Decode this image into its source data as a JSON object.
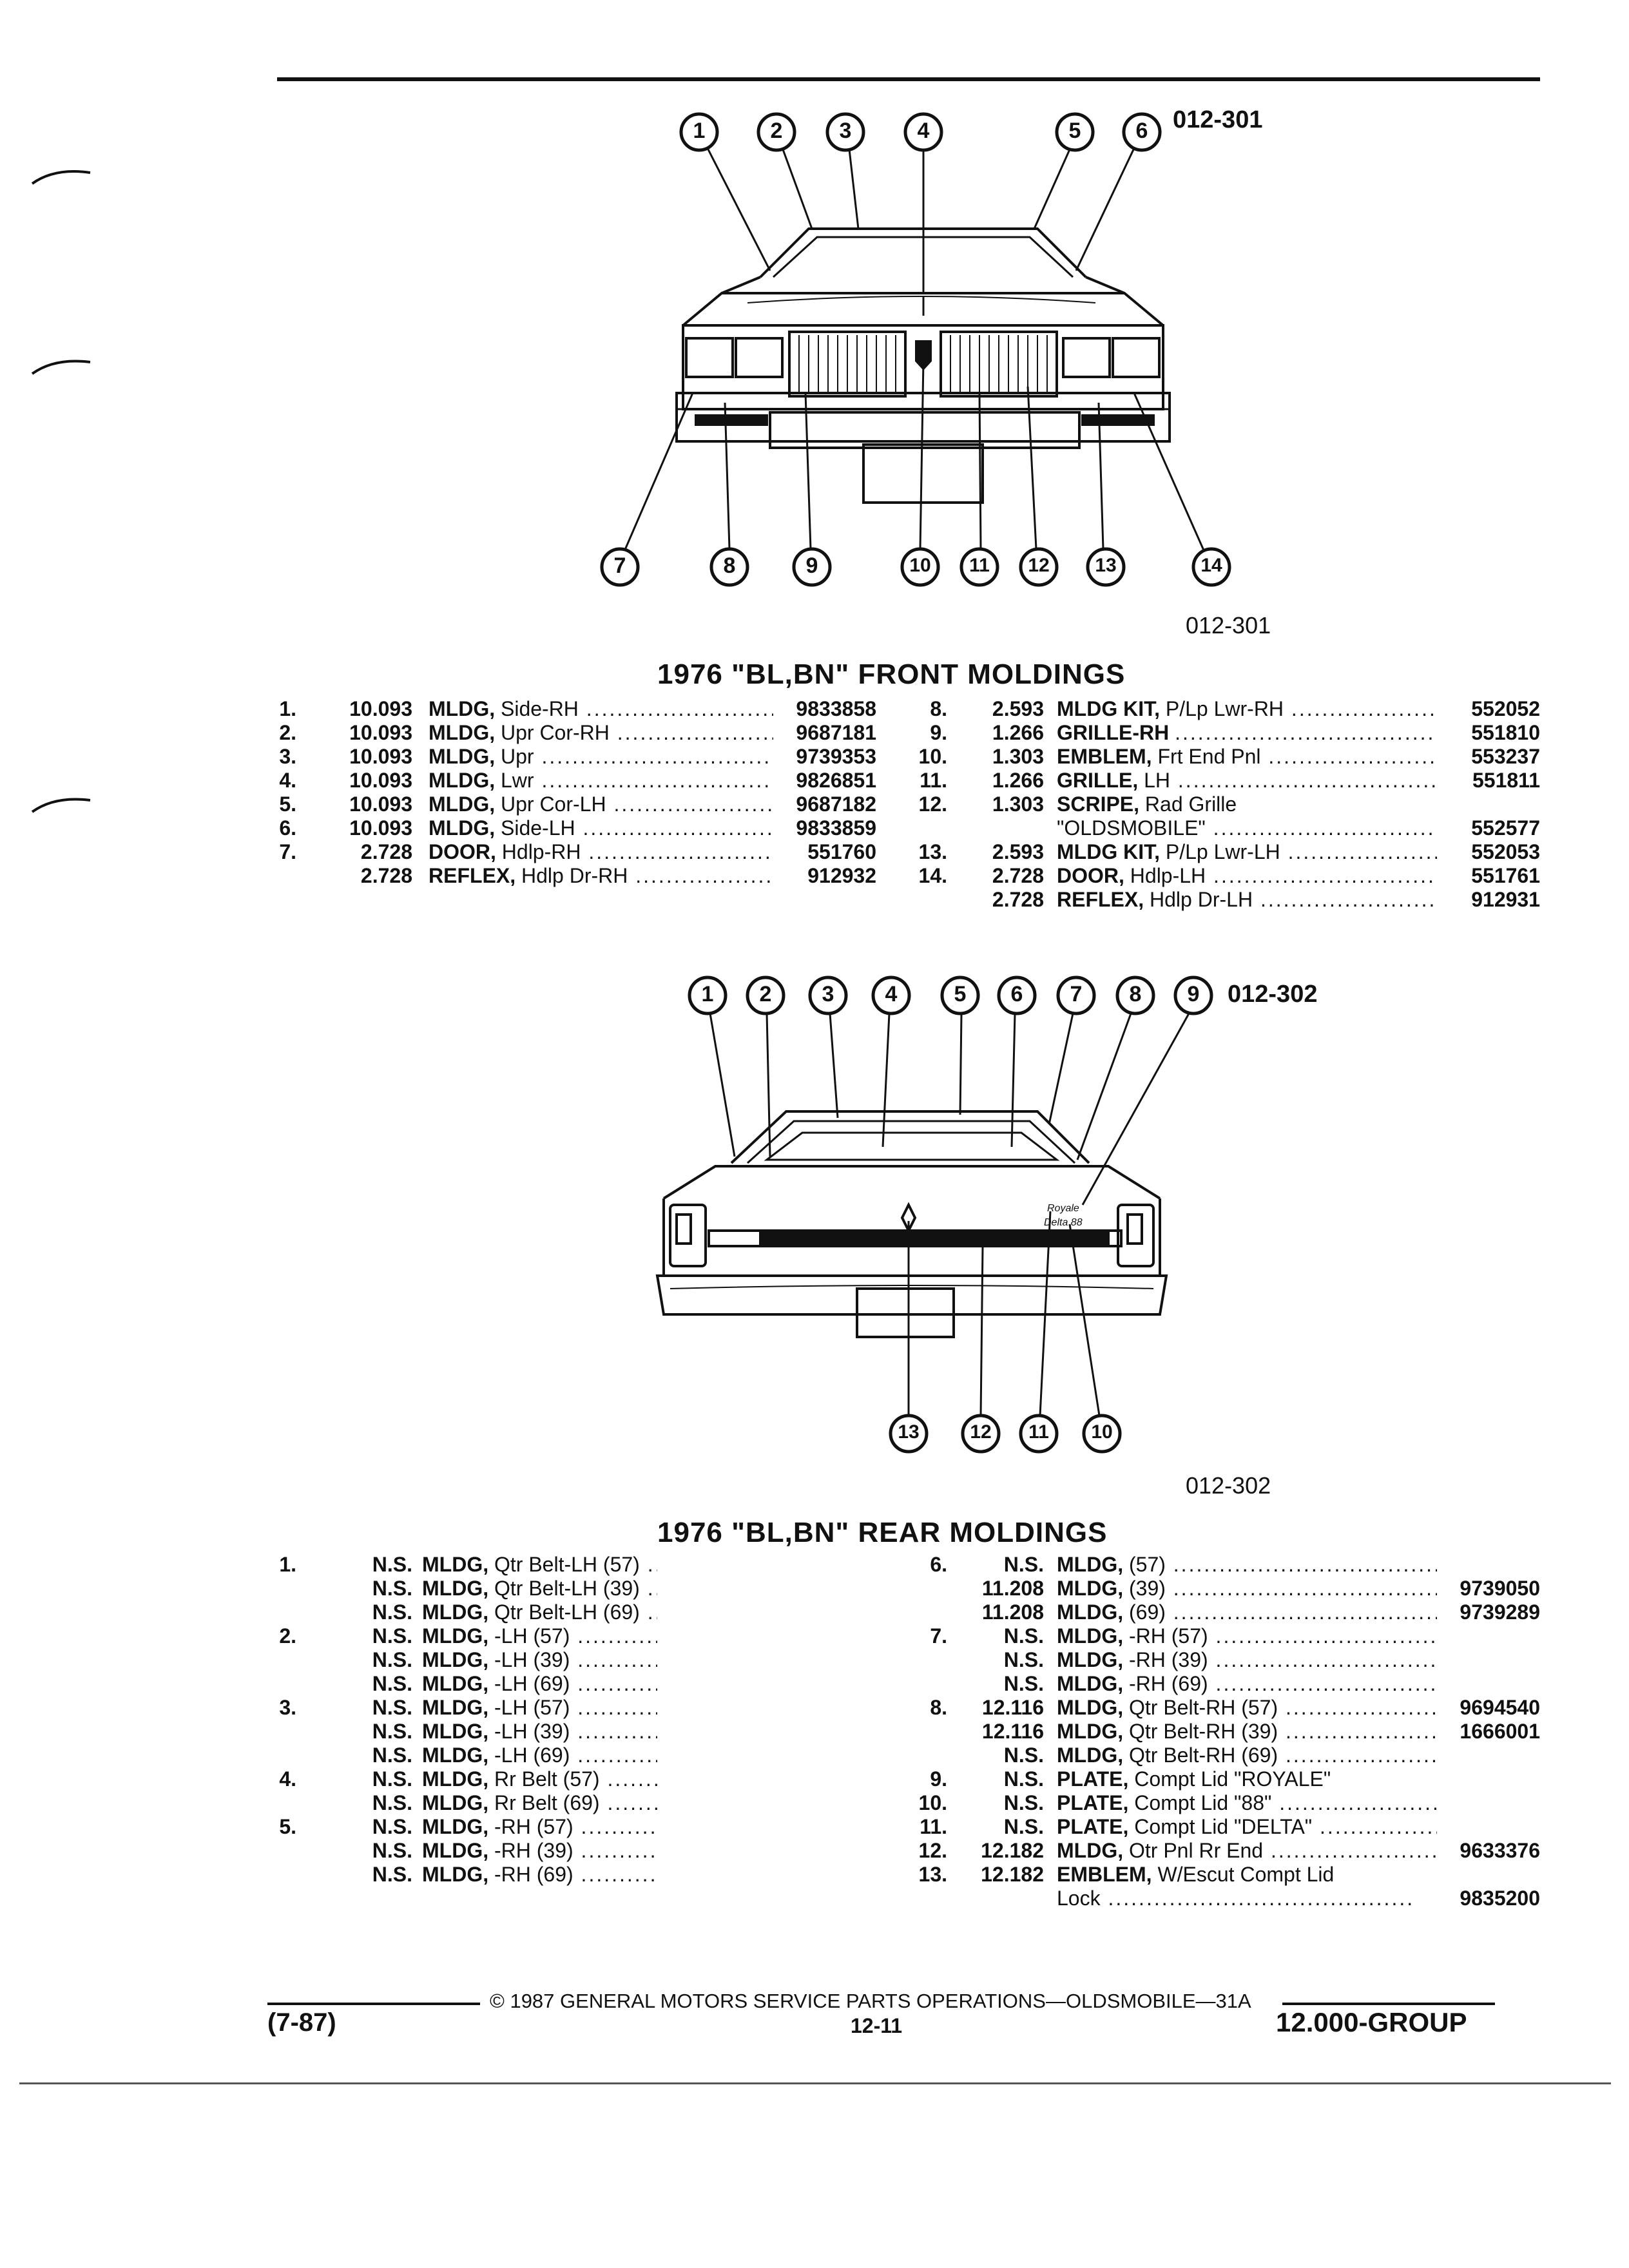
{
  "front": {
    "figure_code": "012-301",
    "caption_code": "012-301",
    "title": "1976 \"BL,BN\" FRONT MOLDINGS",
    "callouts_top": [
      "1",
      "2",
      "3",
      "4",
      "5",
      "6"
    ],
    "callouts_bottom": [
      "7",
      "8",
      "9",
      "10",
      "11",
      "12",
      "13",
      "14"
    ],
    "left": [
      {
        "num": "1.",
        "group": "10.093",
        "kw": "MLDG,",
        "rest": "Side-RH",
        "part": "9833858"
      },
      {
        "num": "2.",
        "group": "10.093",
        "kw": "MLDG,",
        "rest": "Upr Cor-RH",
        "part": "9687181"
      },
      {
        "num": "3.",
        "group": "10.093",
        "kw": "MLDG,",
        "rest": "Upr",
        "part": "9739353"
      },
      {
        "num": "4.",
        "group": "10.093",
        "kw": "MLDG,",
        "rest": "Lwr",
        "part": "9826851"
      },
      {
        "num": "5.",
        "group": "10.093",
        "kw": "MLDG,",
        "rest": "Upr Cor-LH",
        "part": "9687182"
      },
      {
        "num": "6.",
        "group": "10.093",
        "kw": "MLDG,",
        "rest": "Side-LH",
        "part": "9833859"
      },
      {
        "num": "7.",
        "group": "2.728",
        "kw": "DOOR,",
        "rest": "Hdlp-RH",
        "part": "551760"
      },
      {
        "num": "",
        "group": "2.728",
        "kw": "REFLEX,",
        "rest": "Hdlp Dr-RH",
        "part": "912932"
      }
    ],
    "right": [
      {
        "num": "8.",
        "group": "2.593",
        "kw": "MLDG KIT,",
        "rest": "P/Lp Lwr-RH",
        "part": "552052"
      },
      {
        "num": "9.",
        "group": "1.266",
        "kw": "GRILLE-RH",
        "rest": "",
        "part": "551810"
      },
      {
        "num": "10.",
        "group": "1.303",
        "kw": "EMBLEM,",
        "rest": "Frt End Pnl",
        "part": "553237"
      },
      {
        "num": "11.",
        "group": "1.266",
        "kw": "GRILLE,",
        "rest": "LH",
        "part": "551811"
      },
      {
        "num": "12.",
        "group": "1.303",
        "kw": "SCRIPE,",
        "rest": "Rad Grille",
        "part": "",
        "noleader": true
      },
      {
        "num": "",
        "group": "",
        "kw": "",
        "rest": "\"OLDSMOBILE\"",
        "part": "552577"
      },
      {
        "num": "13.",
        "group": "2.593",
        "kw": "MLDG KIT,",
        "rest": "P/Lp Lwr-LH",
        "part": "552053"
      },
      {
        "num": "14.",
        "group": "2.728",
        "kw": "DOOR,",
        "rest": "Hdlp-LH",
        "part": "551761"
      },
      {
        "num": "",
        "group": "2.728",
        "kw": "REFLEX,",
        "rest": "Hdlp Dr-LH",
        "part": "912931"
      }
    ]
  },
  "rear": {
    "figure_code": "012-302",
    "caption_code": "012-302",
    "title": "1976 \"BL,BN\" REAR MOLDINGS",
    "callouts_top": [
      "1",
      "2",
      "3",
      "4",
      "5",
      "6",
      "7",
      "8",
      "9"
    ],
    "callouts_bottom": [
      "13",
      "12",
      "11",
      "10"
    ],
    "left": [
      {
        "num": "1.",
        "group": "N.S.",
        "kw": "MLDG,",
        "rest": "Qtr Belt-LH (57)",
        "part": ""
      },
      {
        "num": "",
        "group": "N.S.",
        "kw": "MLDG,",
        "rest": "Qtr Belt-LH (39)",
        "part": ""
      },
      {
        "num": "",
        "group": "N.S.",
        "kw": "MLDG,",
        "rest": "Qtr Belt-LH (69)",
        "part": ""
      },
      {
        "num": "2.",
        "group": "N.S.",
        "kw": "MLDG,",
        "rest": "-LH (57)",
        "part": ""
      },
      {
        "num": "",
        "group": "N.S.",
        "kw": "MLDG,",
        "rest": "-LH (39)",
        "part": ""
      },
      {
        "num": "",
        "group": "N.S.",
        "kw": "MLDG,",
        "rest": "-LH (69)",
        "part": ""
      },
      {
        "num": "3.",
        "group": "N.S.",
        "kw": "MLDG,",
        "rest": "-LH (57)",
        "part": ""
      },
      {
        "num": "",
        "group": "N.S.",
        "kw": "MLDG,",
        "rest": "-LH (39)",
        "part": ""
      },
      {
        "num": "",
        "group": "N.S.",
        "kw": "MLDG,",
        "rest": "-LH (69)",
        "part": ""
      },
      {
        "num": "4.",
        "group": "N.S.",
        "kw": "MLDG,",
        "rest": "Rr Belt (57)",
        "part": ""
      },
      {
        "num": "",
        "group": "N.S.",
        "kw": "MLDG,",
        "rest": "Rr Belt (69)",
        "part": ""
      },
      {
        "num": "5.",
        "group": "N.S.",
        "kw": "MLDG,",
        "rest": "-RH (57)",
        "part": ""
      },
      {
        "num": "",
        "group": "N.S.",
        "kw": "MLDG,",
        "rest": "-RH (39)",
        "part": ""
      },
      {
        "num": "",
        "group": "N.S.",
        "kw": "MLDG,",
        "rest": "-RH (69)",
        "part": ""
      }
    ],
    "right": [
      {
        "num": "6.",
        "group": "N.S.",
        "kw": "MLDG,",
        "rest": "(57)",
        "part": ""
      },
      {
        "num": "",
        "group": "11.208",
        "kw": "MLDG,",
        "rest": "(39)",
        "part": "9739050"
      },
      {
        "num": "",
        "group": "11.208",
        "kw": "MLDG,",
        "rest": "(69)",
        "part": "9739289"
      },
      {
        "num": "7.",
        "group": "N.S.",
        "kw": "MLDG,",
        "rest": "-RH (57)",
        "part": ""
      },
      {
        "num": "",
        "group": "N.S.",
        "kw": "MLDG,",
        "rest": "-RH (39)",
        "part": ""
      },
      {
        "num": "",
        "group": "N.S.",
        "kw": "MLDG,",
        "rest": "-RH (69)",
        "part": ""
      },
      {
        "num": "8.",
        "group": "12.116",
        "kw": "MLDG,",
        "rest": "Qtr Belt-RH (57)",
        "part": "9694540"
      },
      {
        "num": "",
        "group": "12.116",
        "kw": "MLDG,",
        "rest": "Qtr Belt-RH (39)",
        "part": "1666001"
      },
      {
        "num": "",
        "group": "N.S.",
        "kw": "MLDG,",
        "rest": "Qtr Belt-RH (69)",
        "part": ""
      },
      {
        "num": "9.",
        "group": "N.S.",
        "kw": "PLATE,",
        "rest": "Compt Lid \"ROYALE\"",
        "part": "",
        "noleader": true
      },
      {
        "num": "10.",
        "group": "N.S.",
        "kw": "PLATE,",
        "rest": "Compt Lid \"88\"",
        "part": ""
      },
      {
        "num": "11.",
        "group": "N.S.",
        "kw": "PLATE,",
        "rest": "Compt Lid \"DELTA\"",
        "part": ""
      },
      {
        "num": "12.",
        "group": "12.182",
        "kw": "MLDG,",
        "rest": "Otr Pnl Rr End",
        "part": "9633376"
      },
      {
        "num": "13.",
        "group": "12.182",
        "kw": "EMBLEM,",
        "rest": "W/Escut Compt Lid",
        "part": "",
        "noleader": true
      },
      {
        "num": "",
        "group": "",
        "kw": "",
        "rest": "Lock",
        "part": "9835200"
      }
    ]
  },
  "footer": {
    "copyright": "© 1987 GENERAL MOTORS SERVICE PARTS OPERATIONS—OLDSMOBILE—31A",
    "date": "(7-87)",
    "page": "12-11",
    "group": "12.000-GROUP"
  }
}
